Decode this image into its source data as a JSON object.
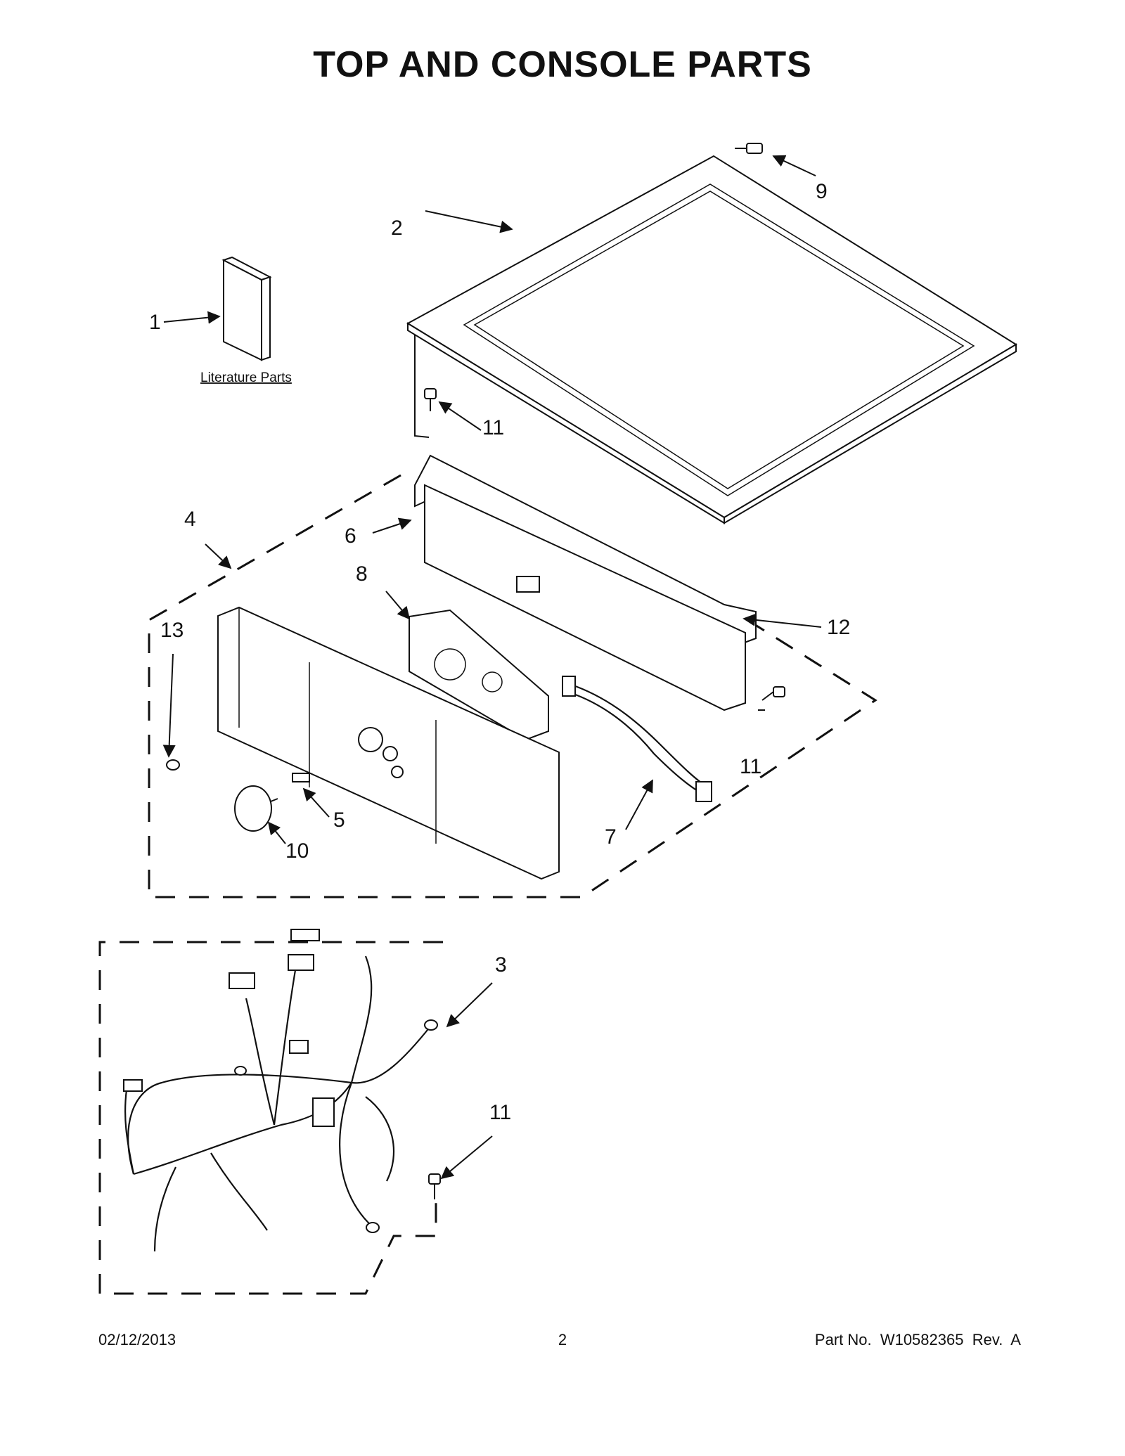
{
  "title": "TOP AND CONSOLE PARTS",
  "labels": {
    "literature": "Literature Parts",
    "c1": "1",
    "c2": "2",
    "c3": "3",
    "c4": "4",
    "c5": "5",
    "c6": "6",
    "c7": "7",
    "c8": "8",
    "c9": "9",
    "c10": "10",
    "c11a": "11",
    "c11b": "11",
    "c11c": "11",
    "c12": "12",
    "c13": "13"
  },
  "footer": {
    "date": "02/12/2013",
    "page": "2",
    "part_no": "Part No.  W10582365  Rev.  A"
  }
}
